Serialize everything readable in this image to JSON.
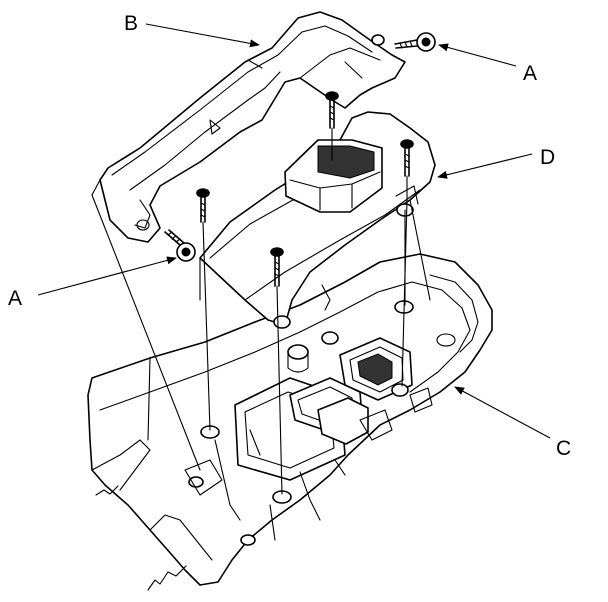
{
  "labels": {
    "A_top_right": "A",
    "A_left": "A",
    "B": "B",
    "C": "C",
    "D": "D"
  }
}
